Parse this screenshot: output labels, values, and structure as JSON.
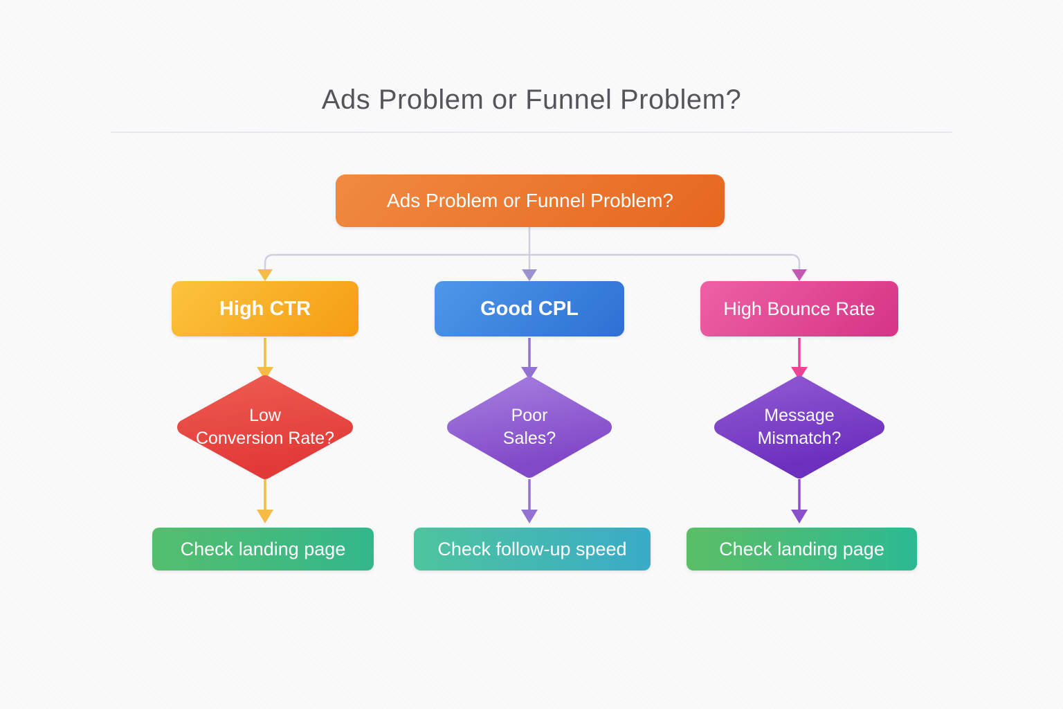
{
  "title": {
    "text": "Ads Problem or Funnel Problem?"
  },
  "colors": {
    "background": "#fafafb",
    "title_text": "#54555b",
    "divider": "#e7e8ec",
    "connector_line": "#cdd0dc",
    "amber_arrow": "#f6bb44",
    "lavender_arrow": "#9c92d0",
    "magenta_arrow": "#c058b4",
    "purple_arrow": "#9272d2",
    "pink_arrow": "#ee4293",
    "violet_arrow": "#8a50c9",
    "node_text": "#ffffff",
    "root_orange": "#ec7228",
    "high_ctr_yellow": "#f8b02c",
    "good_cpl_blue": "#3d82dd",
    "high_bounce_pink": "#e24795",
    "low_conversion_red": "#e94943",
    "poor_sales_purple": "#9161d3",
    "message_mismatch_purple": "#7f44c8",
    "check_landing_green": "#44bb7c",
    "check_followup_teal": "#43b8b2"
  },
  "flowchart": {
    "root": {
      "label": "Ads Problem or Funnel Problem?"
    },
    "branches": [
      {
        "condition": {
          "label": "High CTR"
        },
        "decision": {
          "line1": "Low",
          "line2": "Conversion Rate?"
        },
        "action": {
          "label": "Check landing page"
        }
      },
      {
        "condition": {
          "label": "Good CPL"
        },
        "decision": {
          "line1": "Poor",
          "line2": "Sales?"
        },
        "action": {
          "label": "Check follow-up speed"
        }
      },
      {
        "condition": {
          "label": "High Bounce Rate"
        },
        "decision": {
          "line1": "Message",
          "line2": "Mismatch?"
        },
        "action": {
          "label": "Check landing page"
        }
      }
    ]
  }
}
